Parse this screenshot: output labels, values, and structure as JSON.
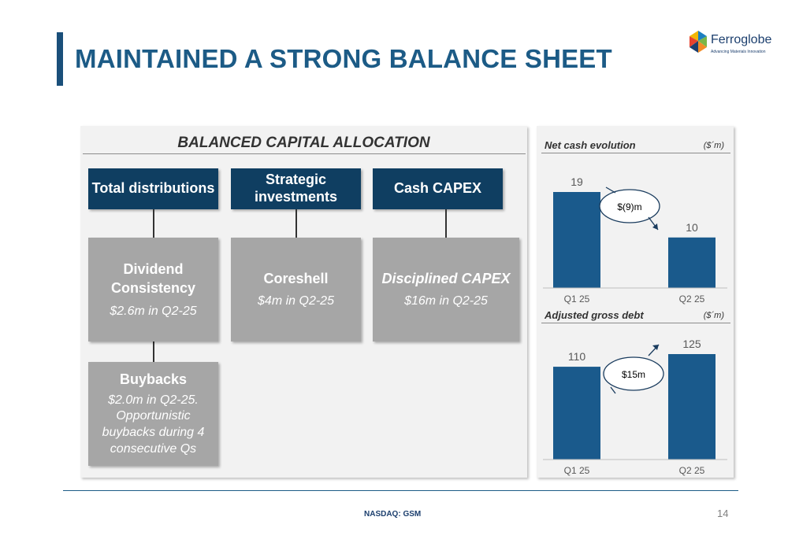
{
  "slide": {
    "title": "MAINTAINED A STRONG BALANCE SHEET",
    "footer": "NASDAQ: GSM",
    "page_number": "14"
  },
  "logo": {
    "name": "Ferroglobe",
    "tagline": "Advancing Materials Innovation",
    "icon": "ferroglobe-globe-logo",
    "colors": [
      "#1c7fc0",
      "#f2b705",
      "#e8432e",
      "#7ab648"
    ]
  },
  "allocation": {
    "heading": "BALANCED CAPITAL ALLOCATION",
    "columns": [
      {
        "header": "Total distributions"
      },
      {
        "header": "Strategic investments"
      },
      {
        "header": "Cash CAPEX"
      }
    ],
    "cards": {
      "dividend": {
        "title": "Dividend Consistency",
        "detail": "$2.6m in Q2-25"
      },
      "coreshell": {
        "title": "Coreshell",
        "detail": "$4m in Q2-25"
      },
      "capex": {
        "title": "Disciplined CAPEX",
        "detail": "$16m in Q2-25"
      },
      "buybacks": {
        "title": "Buybacks",
        "detail": "$2.0m in Q2-25. Opportunistic buybacks during 4 consecutive Qs"
      }
    }
  },
  "colors": {
    "title": "#1c5b86",
    "header_box": "#0f3e61",
    "card": "#a6a6a6",
    "bar": "#1a5a8c"
  },
  "chart_data": [
    {
      "type": "bar",
      "title": "Net cash evolution",
      "unit": "($´m)",
      "categories": [
        "Q1 25",
        "Q2 25"
      ],
      "values": [
        19,
        10
      ],
      "ylim": [
        0,
        19
      ],
      "annotation": "$(9)m",
      "arrow": "down"
    },
    {
      "type": "bar",
      "title": "Adjusted gross debt",
      "unit": "($´m)",
      "categories": [
        "Q1 25",
        "Q2 25"
      ],
      "values": [
        110,
        125
      ],
      "ylim": [
        0,
        125
      ],
      "annotation": "$15m",
      "arrow": "up"
    }
  ]
}
